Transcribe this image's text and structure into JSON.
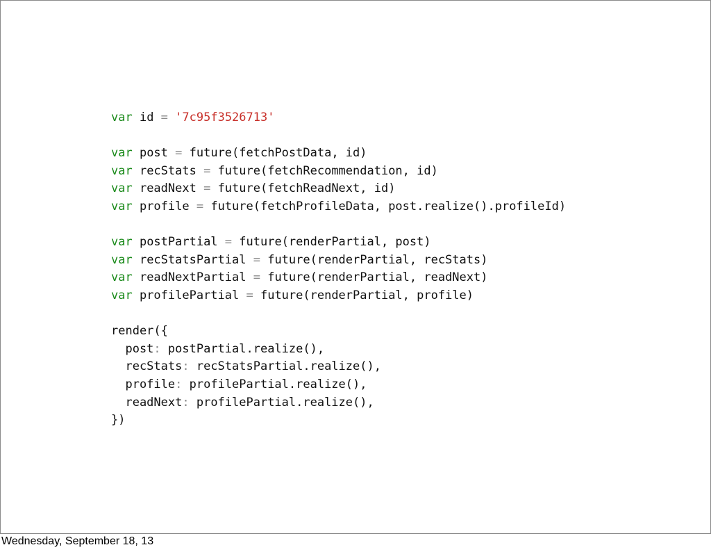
{
  "code_lines": [
    [
      {
        "t": "kw",
        "v": "var"
      },
      {
        "t": "p",
        "v": " id "
      },
      {
        "t": "op",
        "v": "="
      },
      {
        "t": "p",
        "v": " "
      },
      {
        "t": "str",
        "v": "'7c95f3526713'"
      }
    ],
    [],
    [
      {
        "t": "kw",
        "v": "var"
      },
      {
        "t": "p",
        "v": " post "
      },
      {
        "t": "op",
        "v": "="
      },
      {
        "t": "p",
        "v": " future(fetchPostData, id)"
      }
    ],
    [
      {
        "t": "kw",
        "v": "var"
      },
      {
        "t": "p",
        "v": " recStats "
      },
      {
        "t": "op",
        "v": "="
      },
      {
        "t": "p",
        "v": " future(fetchRecommendation, id)"
      }
    ],
    [
      {
        "t": "kw",
        "v": "var"
      },
      {
        "t": "p",
        "v": " readNext "
      },
      {
        "t": "op",
        "v": "="
      },
      {
        "t": "p",
        "v": " future(fetchReadNext, id)"
      }
    ],
    [
      {
        "t": "kw",
        "v": "var"
      },
      {
        "t": "p",
        "v": " profile "
      },
      {
        "t": "op",
        "v": "="
      },
      {
        "t": "p",
        "v": " future(fetchProfileData, post.realize().profileId)"
      }
    ],
    [],
    [
      {
        "t": "kw",
        "v": "var"
      },
      {
        "t": "p",
        "v": " postPartial "
      },
      {
        "t": "op",
        "v": "="
      },
      {
        "t": "p",
        "v": " future(renderPartial, post)"
      }
    ],
    [
      {
        "t": "kw",
        "v": "var"
      },
      {
        "t": "p",
        "v": " recStatsPartial "
      },
      {
        "t": "op",
        "v": "="
      },
      {
        "t": "p",
        "v": " future(renderPartial, recStats)"
      }
    ],
    [
      {
        "t": "kw",
        "v": "var"
      },
      {
        "t": "p",
        "v": " readNextPartial "
      },
      {
        "t": "op",
        "v": "="
      },
      {
        "t": "p",
        "v": " future(renderPartial, readNext)"
      }
    ],
    [
      {
        "t": "kw",
        "v": "var"
      },
      {
        "t": "p",
        "v": " profilePartial "
      },
      {
        "t": "op",
        "v": "="
      },
      {
        "t": "p",
        "v": " future(renderPartial, profile)"
      }
    ],
    [],
    [
      {
        "t": "p",
        "v": "render({"
      }
    ],
    [
      {
        "t": "p",
        "v": "  post"
      },
      {
        "t": "op",
        "v": ":"
      },
      {
        "t": "p",
        "v": " postPartial.realize(),"
      }
    ],
    [
      {
        "t": "p",
        "v": "  recStats"
      },
      {
        "t": "op",
        "v": ":"
      },
      {
        "t": "p",
        "v": " recStatsPartial.realize(),"
      }
    ],
    [
      {
        "t": "p",
        "v": "  profile"
      },
      {
        "t": "op",
        "v": ":"
      },
      {
        "t": "p",
        "v": " profilePartial.realize(),"
      }
    ],
    [
      {
        "t": "p",
        "v": "  readNext"
      },
      {
        "t": "op",
        "v": ":"
      },
      {
        "t": "p",
        "v": " profilePartial.realize(),"
      }
    ],
    [
      {
        "t": "p",
        "v": "})"
      }
    ]
  ],
  "footer": {
    "date": "Wednesday, September 18, 13"
  },
  "colors": {
    "keyword": "#1a8a1a",
    "string": "#c8302a",
    "operator": "#8c8c8c",
    "text": "#111111"
  }
}
